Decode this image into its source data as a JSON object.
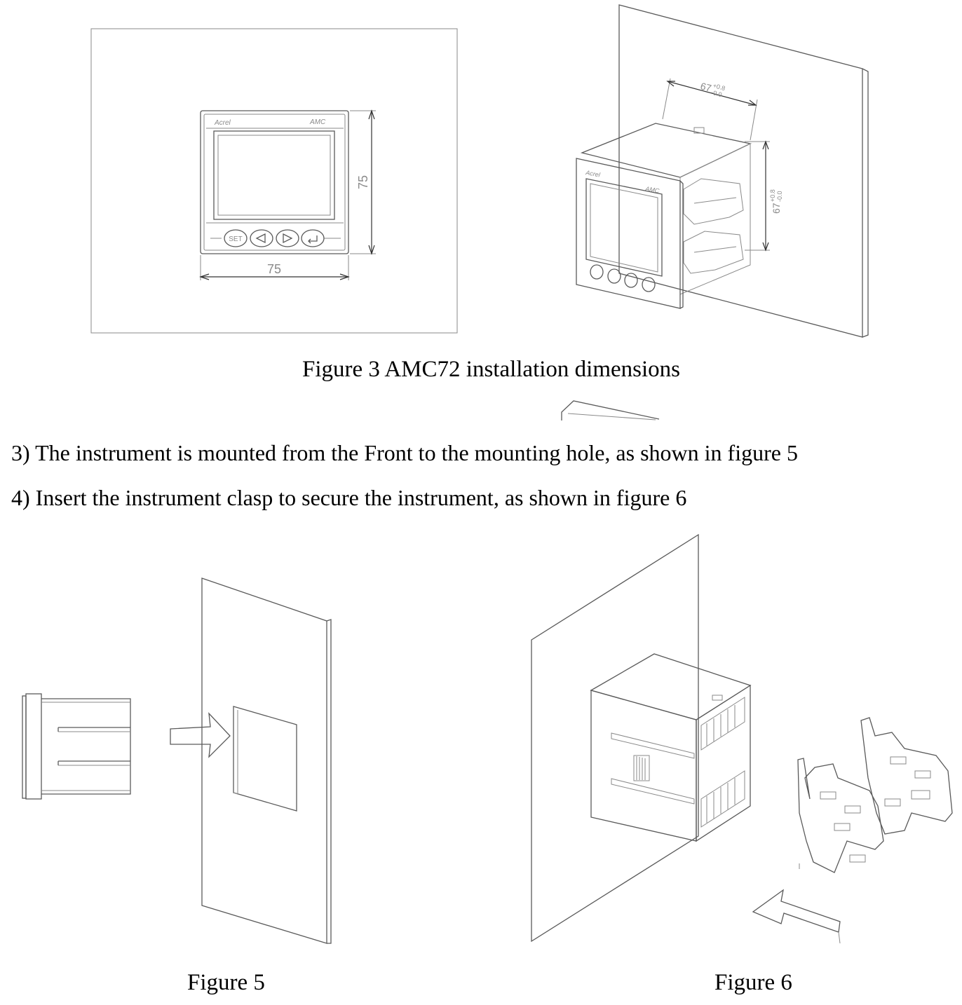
{
  "figure3": {
    "caption": "Figure 3 AMC72 installation dimensions",
    "front_view": {
      "brand": "Acrel",
      "model": "AMC",
      "button_set": "SET",
      "dim_width": "75",
      "dim_height": "75"
    },
    "iso_view": {
      "brand": "Acrel",
      "model": "AMC",
      "cutout_base": "67",
      "cutout_tol_plus": "+0.8",
      "cutout_tol_minus": "-0.0"
    }
  },
  "instructions": [
    "3) The instrument is mounted from the Front to the mounting hole, as shown in figure 5",
    "4) Insert the instrument clasp to secure the instrument, as shown in figure 6"
  ],
  "figure5": {
    "caption": "Figure 5"
  },
  "figure6": {
    "caption": "Figure 6"
  }
}
